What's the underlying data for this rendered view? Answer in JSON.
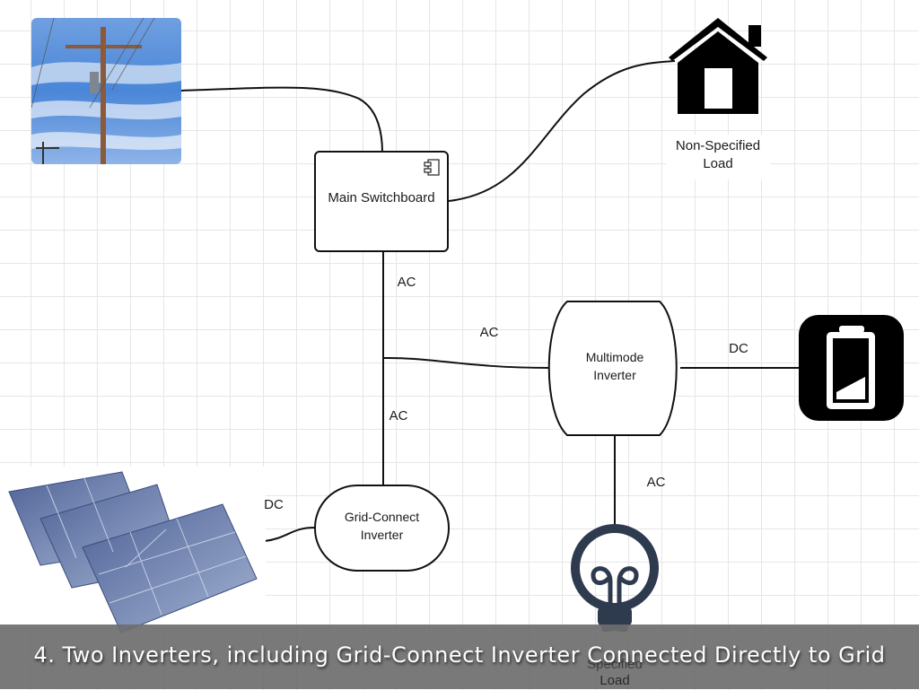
{
  "diagram": {
    "title_caption": "4. Two Inverters, including Grid-Connect Inverter Connected Directly to Grid",
    "nodes": {
      "utility_pole": {
        "label": "",
        "icon": "utility-pole-photo"
      },
      "main_switchboard": {
        "label": "Main Switchboard",
        "icon": "component-icon"
      },
      "non_specified_load": {
        "label_line1": "Non-Specified",
        "label_line2": "Load",
        "icon": "house-icon"
      },
      "multimode_inverter": {
        "label_line1": "Multimode",
        "label_line2": "Inverter"
      },
      "battery": {
        "icon": "battery-icon"
      },
      "grid_connect_inverter": {
        "label_line1": "Grid-Connect",
        "label_line2": "Inverter"
      },
      "solar_panels": {
        "icon": "solar-panels-photo"
      },
      "specified_load": {
        "label_line1": "Specified",
        "label_line2": "Load",
        "icon": "lightbulb-icon"
      }
    },
    "edges": [
      {
        "from": "utility_pole",
        "to": "main_switchboard",
        "label": ""
      },
      {
        "from": "main_switchboard",
        "to": "non_specified_load",
        "label": ""
      },
      {
        "from": "main_switchboard",
        "to": "junction",
        "label": "AC"
      },
      {
        "from": "junction",
        "to": "multimode_inverter",
        "label": "AC"
      },
      {
        "from": "junction",
        "to": "grid_connect_inverter",
        "label": "AC"
      },
      {
        "from": "multimode_inverter",
        "to": "battery",
        "label": "DC"
      },
      {
        "from": "multimode_inverter",
        "to": "specified_load",
        "label": "AC"
      },
      {
        "from": "solar_panels",
        "to": "grid_connect_inverter",
        "label": "DC"
      }
    ],
    "colors": {
      "line": "#111111",
      "bulb": "#2e3a4e",
      "sky": "#4a86d8",
      "pole": "#8a5a3a",
      "panel": "#5b6fa0",
      "caption_bar": "#6e6e6e"
    }
  }
}
